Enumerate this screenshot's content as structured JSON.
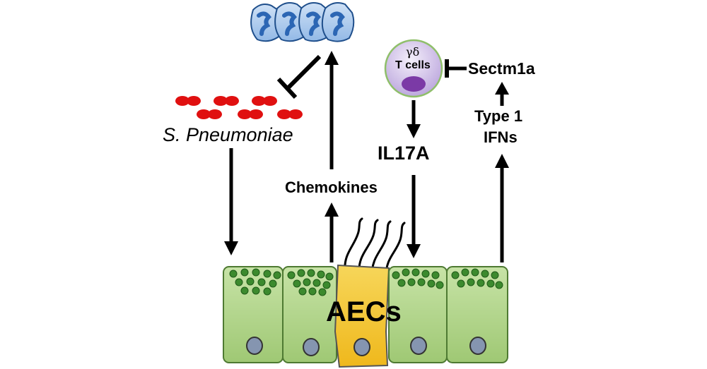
{
  "labels": {
    "pathogen": "S. Pneumoniae",
    "chemokines": "Chemokines",
    "il17a": "IL17A",
    "type1_ifns_line1": "Type 1",
    "type1_ifns_line2": "IFNs",
    "sectm1a": "Sectm1a",
    "gd_symbol": "γδ",
    "t_cells": "T cells",
    "aecs": "AECs"
  },
  "colors": {
    "neutrophil_fill": "#a9c9ee",
    "neutrophil_nucleus": "#3a78c8",
    "bacteria": "#e01010",
    "epithelium": "#b4d98c",
    "epithelium_dark": "#5a8a3a",
    "granule": "#3c8a2e",
    "nucleus": "#8090a8",
    "ciliated_cell": "#f3c433",
    "tcell": "#cfc0e6",
    "tcell_nucleus": "#7b3aa6"
  }
}
